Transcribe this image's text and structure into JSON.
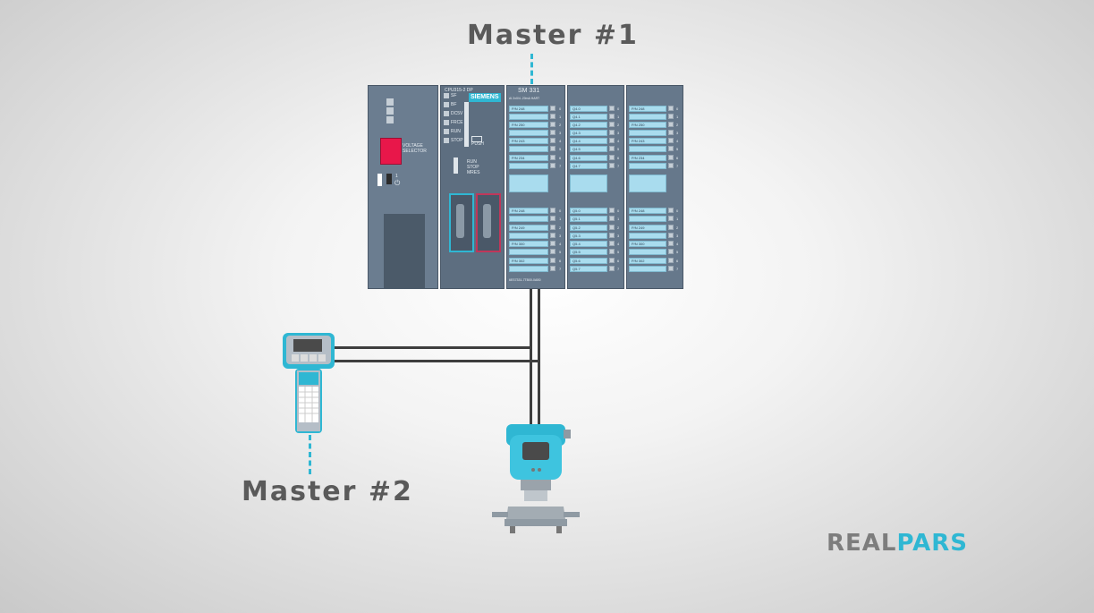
{
  "labels": {
    "master1": "Master #1",
    "master2": "Master #2"
  },
  "plc": {
    "psu": {
      "text_1": "VOLTAGE",
      "text_2": "SELECTOR",
      "switch_label": "1"
    },
    "cpu": {
      "model": "CPU315-2 DP",
      "brand": "SIEMENS",
      "leds": [
        "SF",
        "BF",
        "DC5V",
        "FRCE",
        "RUN",
        "STOP"
      ],
      "push": "PUSH",
      "modes": [
        "RUN",
        "STOP",
        "MRES"
      ]
    },
    "analog_input": {
      "title": "SM 331",
      "subtitle": "AI 2x0/4..20mA HART",
      "part_number": "6ES7331-7TB00-0AB0",
      "upper_slots": [
        "P/N 248",
        "P/N 250",
        "P/N 243",
        "P/N 234"
      ],
      "lower_slots": [
        "P/N 248",
        "P/N 249",
        "P/N 300",
        "P/N 302"
      ],
      "numbers": [
        "0",
        "1",
        "2",
        "3",
        "4",
        "5",
        "6",
        "7"
      ]
    },
    "digital_output": {
      "upper_slots": [
        "Q4.0",
        "Q4.1",
        "Q4.2",
        "Q4.3",
        "Q4.4",
        "Q4.5",
        "Q4.6",
        "Q4.7"
      ],
      "lower_slots": [
        "Q5.0",
        "Q5.1",
        "Q5.2",
        "Q5.3",
        "Q5.4",
        "Q5.5",
        "Q5.6",
        "Q5.7"
      ]
    },
    "analog_module_3": {
      "upper_slots": [
        "P/N 248",
        "P/N 250",
        "P/N 243",
        "P/N 234"
      ],
      "lower_slots": [
        "P/N 248",
        "P/N 249",
        "P/N 300",
        "P/N 302"
      ]
    }
  },
  "brand": {
    "part_1": "REAL",
    "part_2": "PARS"
  },
  "colors": {
    "accent": "#2fb7d3",
    "module": "#66788b",
    "slot": "#a9dcee",
    "cable": "#3e3e3e"
  }
}
